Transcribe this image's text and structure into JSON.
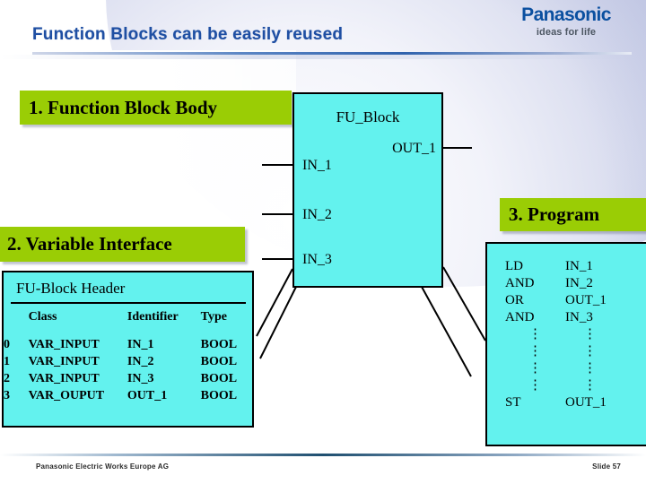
{
  "header": {
    "title": "Function Blocks can be easily reused",
    "logo_main": "Panasonic",
    "logo_tagline": "ideas for life",
    "accent_color": "#1f4fa3"
  },
  "labels": {
    "fb_body": "1. Function Block Body",
    "variable_interface": "2. Variable Interface",
    "program": "3. Program",
    "green_color": "#9acd05"
  },
  "fu_block": {
    "name": "FU_Block",
    "inputs": [
      "IN_1",
      "IN_2",
      "IN_3"
    ],
    "output": "OUT_1",
    "fill_color": "#63f2ee"
  },
  "variable_interface": {
    "header": "FU-Block Header",
    "columns": [
      "Class",
      "Identifier",
      "Type"
    ],
    "rows": [
      {
        "index": "0",
        "class": "VAR_INPUT",
        "identifier": "IN_1",
        "type": "BOOL"
      },
      {
        "index": "1",
        "class": "VAR_INPUT",
        "identifier": "IN_2",
        "type": "BOOL"
      },
      {
        "index": "2",
        "class": "VAR_INPUT",
        "identifier": "IN_3",
        "type": "BOOL"
      },
      {
        "index": "3",
        "class": "VAR_OUPUT",
        "identifier": "OUT_1",
        "type": "BOOL"
      }
    ]
  },
  "program": {
    "lines": [
      {
        "op": "LD",
        "arg": "IN_1"
      },
      {
        "op": "AND",
        "arg": "IN_2"
      },
      {
        "op": "OR",
        "arg": "OUT_1"
      },
      {
        "op": "AND",
        "arg": "IN_3"
      }
    ],
    "continuation_marker": "⋮",
    "continuation_rows": 4,
    "final": {
      "op": "ST",
      "arg": "OUT_1"
    }
  },
  "footer": {
    "company": "Panasonic Electric Works Europe AG",
    "slide": "Slide 57"
  }
}
